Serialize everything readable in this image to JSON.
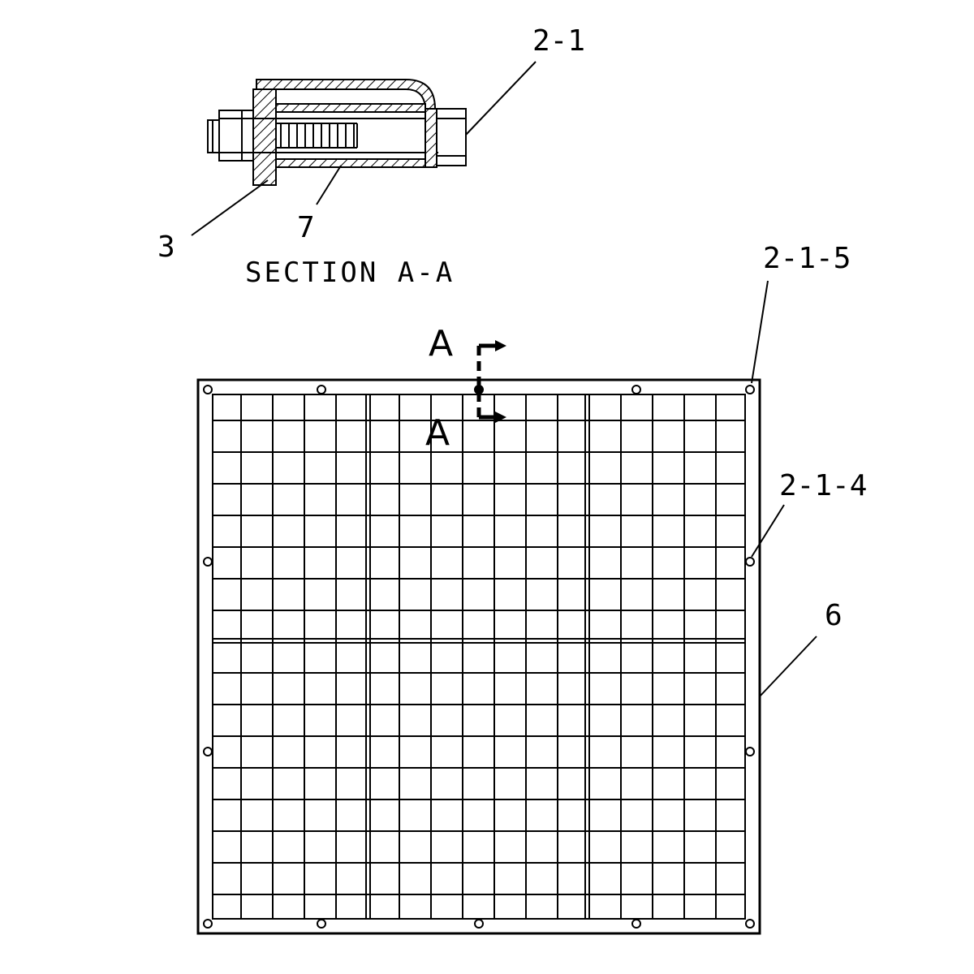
{
  "section_view": {
    "title": "SECTION A-A",
    "callouts": {
      "bolt": "2-1",
      "spacer": "3",
      "sleeve": "7"
    }
  },
  "plan_view": {
    "section_marker_letter": "A",
    "callouts": {
      "corner_bolt": "2-1-5",
      "side_bolt": "2-1-4",
      "frame": "6"
    }
  }
}
